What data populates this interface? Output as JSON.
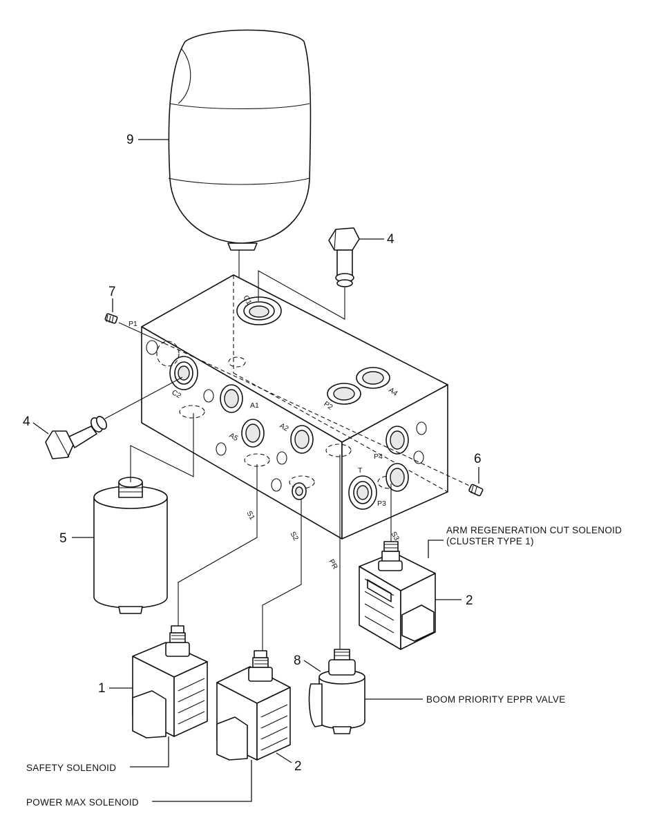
{
  "callouts": {
    "n9": "9",
    "n4_top": "4",
    "n7": "7",
    "n4_left": "4",
    "n6": "6",
    "n5": "5",
    "n2_right": "2",
    "n8": "8",
    "n1": "1",
    "n2_bottom": "2"
  },
  "labels": {
    "arm_regen_line1": "ARM REGENERATION CUT SOLENOID",
    "arm_regen_line2": "(CLUSTER TYPE 1)",
    "boom_priority": "BOOM PRIORITY EPPR VALVE",
    "safety": "SAFETY SOLENOID",
    "power_max": "POWER MAX SOLENOID"
  },
  "ports": {
    "c1": "C1",
    "p1": "P1",
    "c2": "C2",
    "a1": "A1",
    "a5": "A5",
    "a2": "A2",
    "p2": "P2",
    "a4": "A4",
    "p4": "P4",
    "t": "T",
    "p3": "P3",
    "s1": "S1",
    "s2": "S2",
    "s3": "S3",
    "pr": "PR"
  }
}
